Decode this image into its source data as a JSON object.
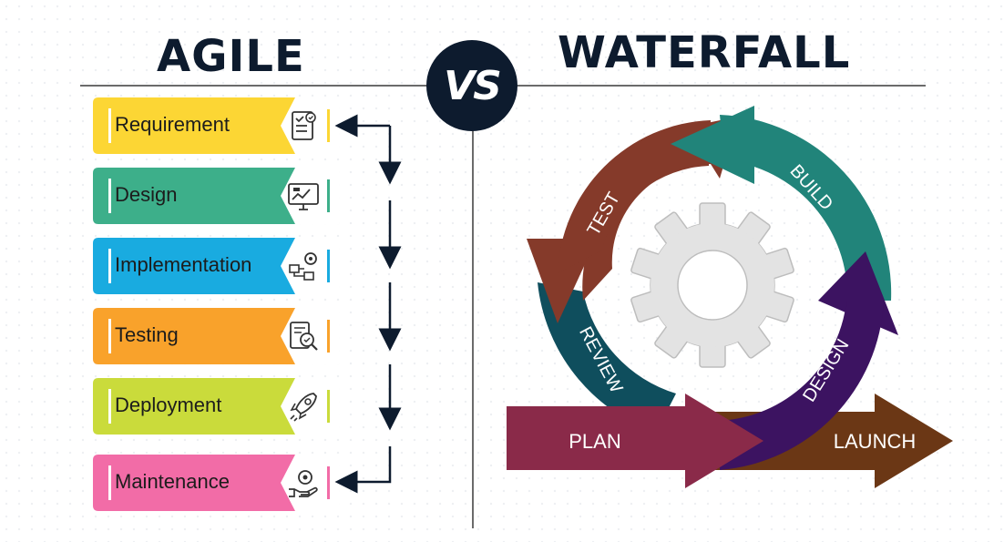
{
  "titles": {
    "left": "AGILE",
    "right": "WATERFALL",
    "vs": "VS"
  },
  "agile_steps": [
    {
      "label": "Requirement",
      "color": "#fcd634",
      "icon": "checklist-icon"
    },
    {
      "label": "Design",
      "color": "#3daf8a",
      "icon": "monitor-chart-icon"
    },
    {
      "label": "Implementation",
      "color": "#19abe0",
      "icon": "flowchart-gear-icon"
    },
    {
      "label": "Testing",
      "color": "#f9a22b",
      "icon": "document-magnifier-icon"
    },
    {
      "label": "Deployment",
      "color": "#cadb3b",
      "icon": "rocket-icon"
    },
    {
      "label": "Maintenance",
      "color": "#f26ca7",
      "icon": "hand-gear-icon"
    }
  ],
  "waterfall": {
    "cycle_labels": {
      "test": "TEST",
      "build": "BUILD",
      "review": "REVIEW",
      "design": "DESIGN"
    },
    "plan": "PLAN",
    "launch": "LAUNCH",
    "colors": {
      "test": "#853a2a",
      "build": "#21847a",
      "review": "#0f4e5d",
      "design": "#3c1361",
      "plan": "#8a2a49",
      "launch": "#6b3715",
      "gear": "#e3e3e3"
    }
  }
}
